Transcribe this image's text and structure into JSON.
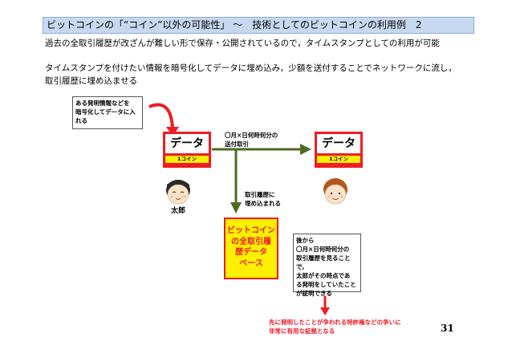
{
  "title": "ビットコインの「“コイン”以外の可能性」 ～　技術としてのビットコインの利用例　2",
  "intro_line": "過去の全取引履歴が改ざんが難しい形で保存・公開されているので，タイムスタンプとしての利用が可能",
  "description_lines": [
    "タイムスタンプを付けたい情報を暗号化してデータに埋め込み，少額を送付することでネットワークに流し，",
    "取引履歴に埋め込ませる"
  ],
  "diagram": {
    "encrypt_note": [
      "ある発明情報などを",
      "暗号化してデータに入",
      "れる"
    ],
    "sender_card": {
      "header": "データ",
      "coin": "1コイン"
    },
    "receiver_card": {
      "header": "データ",
      "coin": "1コイン"
    },
    "transfer_label": [
      "〇月×日何時何分の",
      "送付取引"
    ],
    "embed_label": [
      "取引履歴に",
      "埋め込まれる"
    ],
    "sender_name": "太郎",
    "ledger": [
      "ビットコイン",
      "の全取引履",
      "歴データ",
      "ベース"
    ],
    "later_note": [
      "後から",
      "〇月×日何時何分の",
      "取引履歴を見ることで,",
      "太郎がその時点であ",
      "る発明をしていたこと",
      "が証明できる"
    ],
    "conclusion": [
      "先に発明したことが争われる特許権などの争いに",
      "非常に有用な証拠となる"
    ]
  },
  "page_number": "31",
  "colors": {
    "title_bg": "#c6d9f1",
    "accent_red": "#ee1c24",
    "highlight_yellow": "#ffef00",
    "arrow_green": "#4e6b22"
  }
}
